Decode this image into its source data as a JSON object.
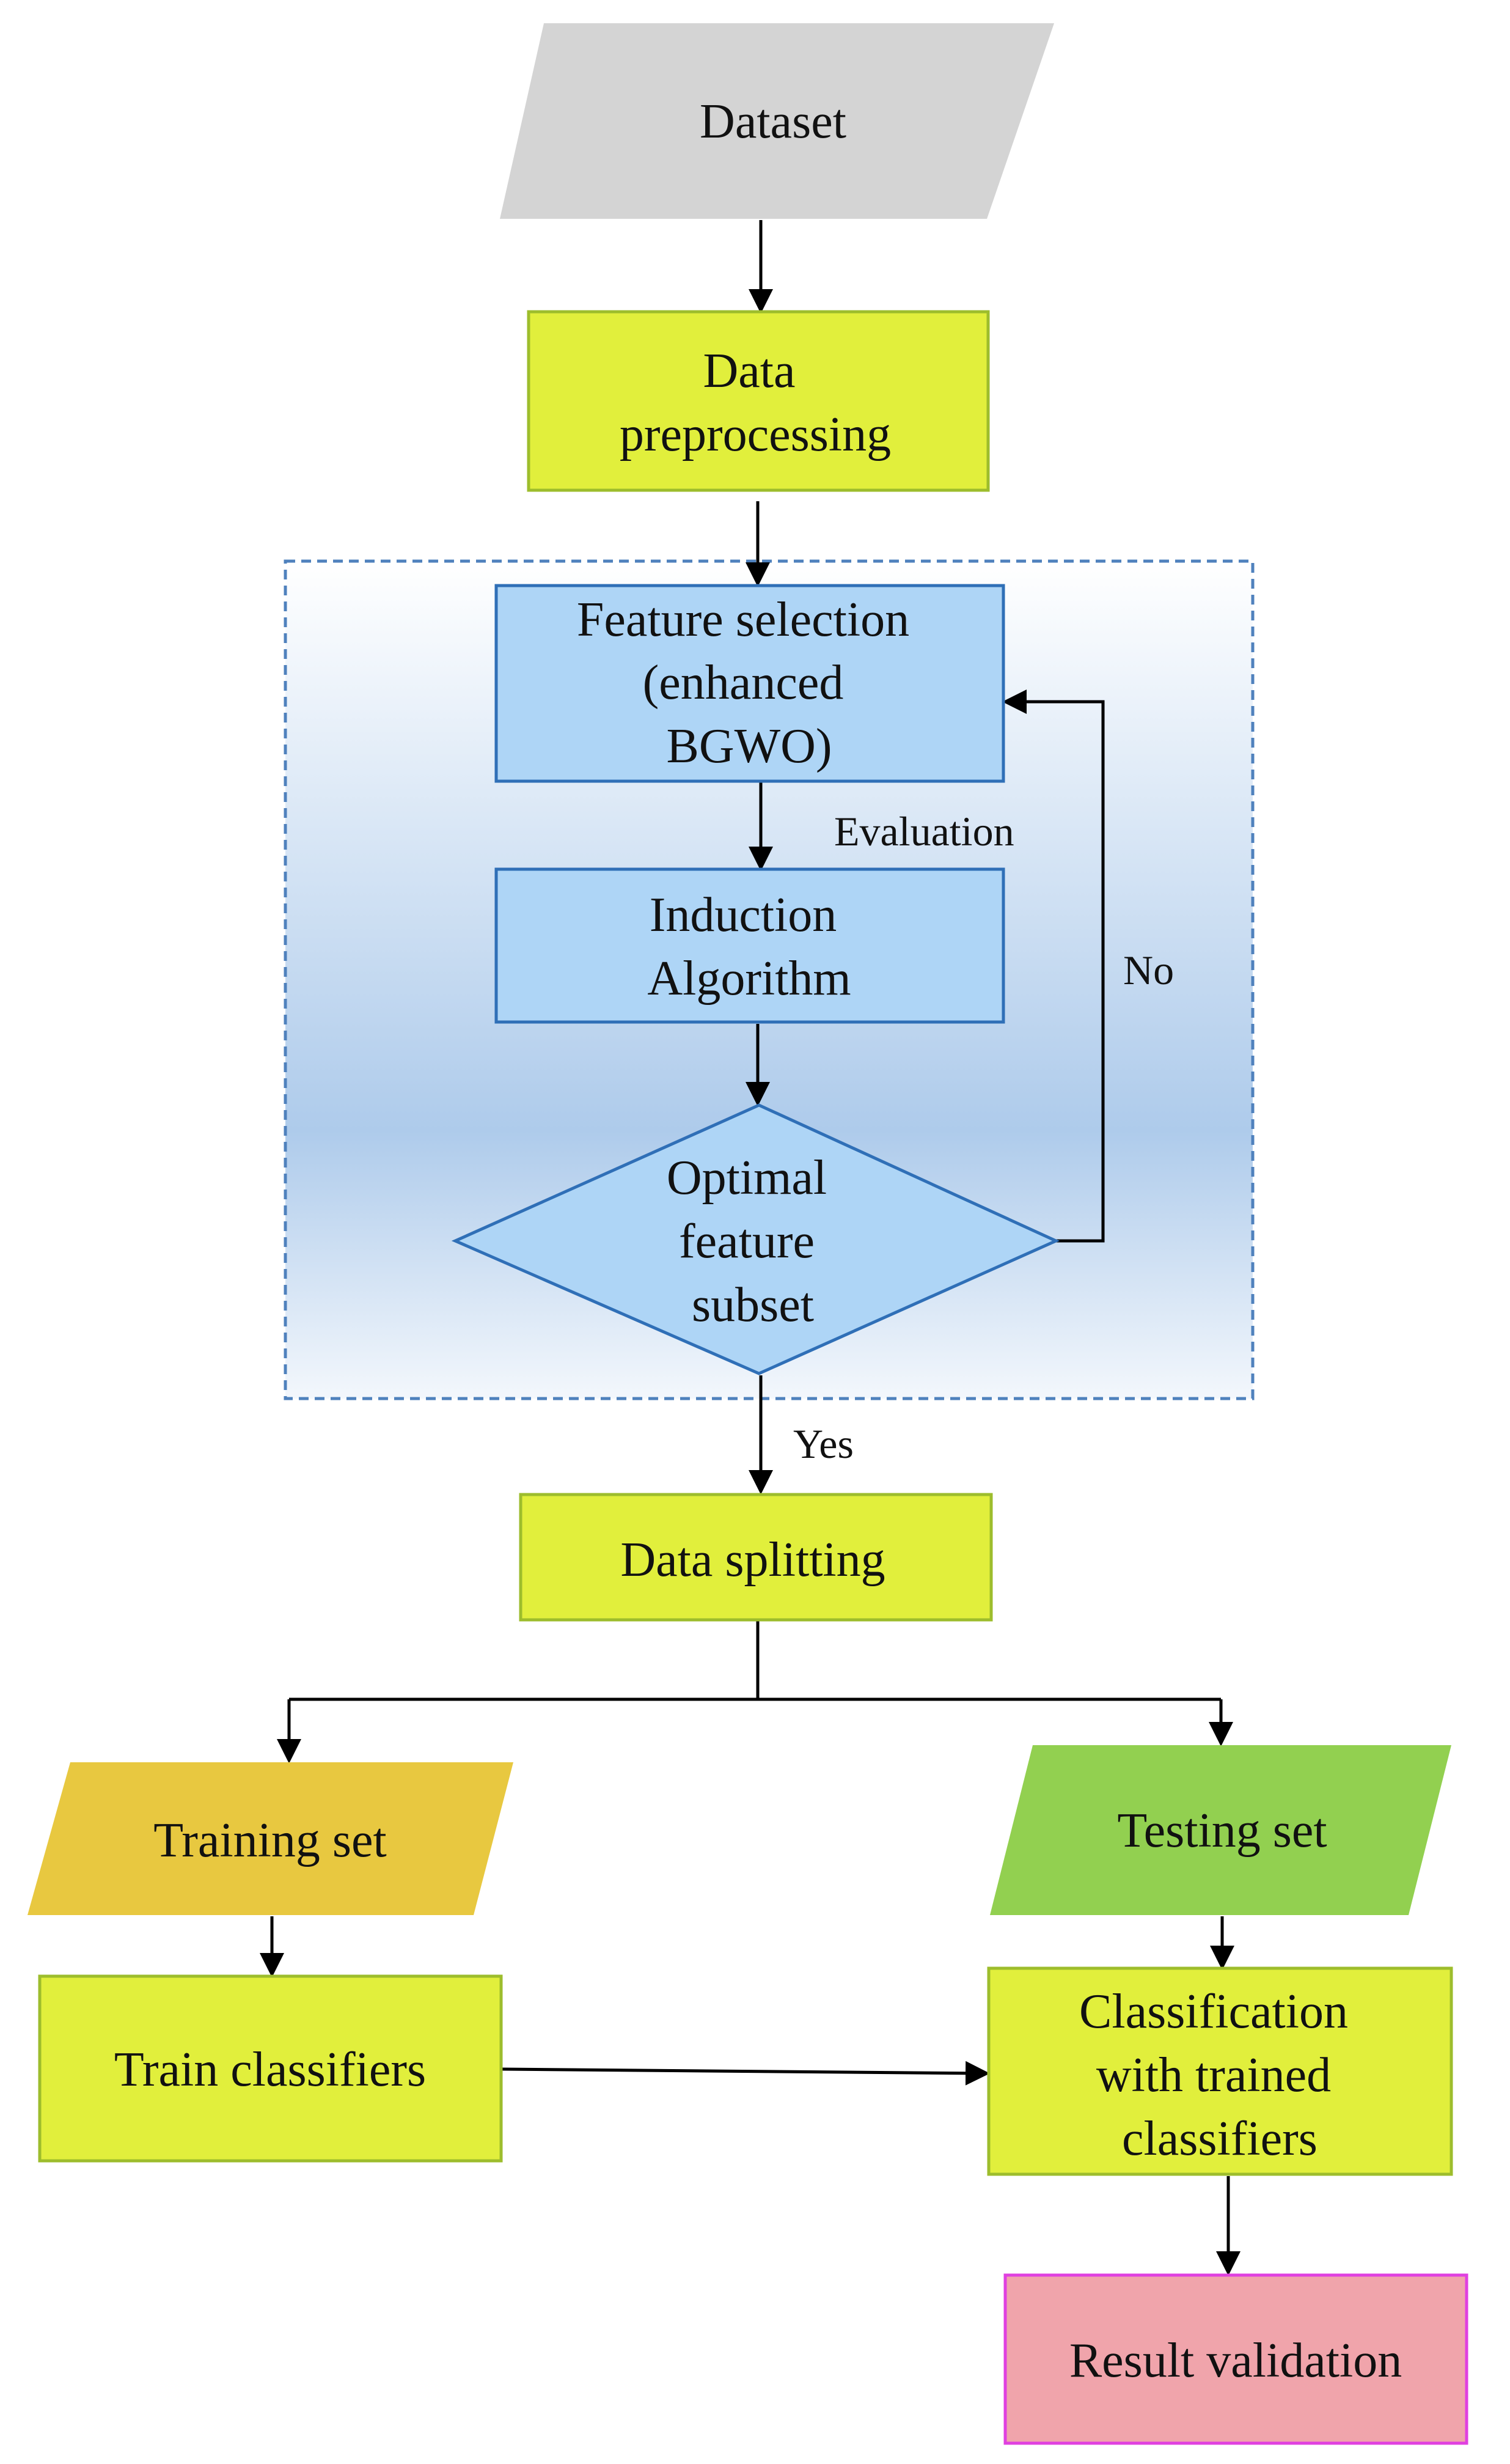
{
  "diagram": {
    "nodes": {
      "dataset": {
        "lines": [
          "Dataset"
        ]
      },
      "preprocessing": {
        "lines": [
          "Data",
          "preprocessing"
        ]
      },
      "feature_selection": {
        "lines": [
          "Feature selection",
          "(enhanced",
          "BGWO)"
        ]
      },
      "induction": {
        "lines": [
          "Induction",
          "Algorithm"
        ]
      },
      "optimal_subset": {
        "lines": [
          "Optimal",
          "feature",
          "subset"
        ]
      },
      "data_splitting": {
        "lines": [
          "Data splitting"
        ]
      },
      "training_set": {
        "lines": [
          "Training set"
        ]
      },
      "testing_set": {
        "lines": [
          "Testing set"
        ]
      },
      "train_classifiers": {
        "lines": [
          "Train classifiers"
        ]
      },
      "classification": {
        "lines": [
          "Classification",
          "with trained",
          "classifiers"
        ]
      },
      "result_validation": {
        "lines": [
          "Result validation"
        ]
      }
    },
    "edge_labels": {
      "evaluation": "Evaluation",
      "no": "No",
      "yes": "Yes"
    },
    "colors": {
      "dataset": "#d4d4d4",
      "process_green": "#e1ef3c",
      "process_green_border": "#9dbd2c",
      "feature_blue": "#aed5f6",
      "feature_blue_border": "#2f6fb7",
      "training_set": "#e8c840",
      "testing_set": "#92d050",
      "result_validation": "#f0a4ab",
      "result_validation_border": "#e040e0",
      "group_border": "#4f81bd"
    }
  }
}
